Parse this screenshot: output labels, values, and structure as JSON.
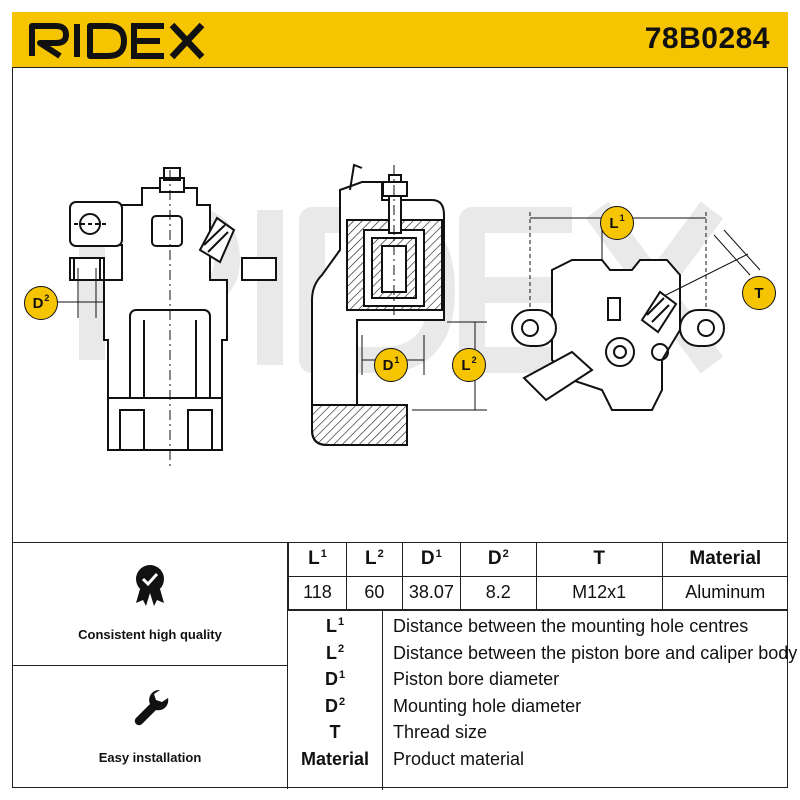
{
  "header": {
    "brand": "RIDEX",
    "part_number": "78B0284"
  },
  "badges": {
    "d2": {
      "letter": "D",
      "sup": "2"
    },
    "d1": {
      "letter": "D",
      "sup": "1"
    },
    "l2": {
      "letter": "L",
      "sup": "2"
    },
    "l1": {
      "letter": "L",
      "sup": "1"
    },
    "t": {
      "letter": "T",
      "sup": ""
    }
  },
  "features": [
    {
      "label": "Consistent high quality",
      "icon": "quality-badge-icon"
    },
    {
      "label": "Easy installation",
      "icon": "wrench-icon"
    }
  ],
  "specs": {
    "headers": [
      {
        "letter": "L",
        "sup": "1"
      },
      {
        "letter": "L",
        "sup": "2"
      },
      {
        "letter": "D",
        "sup": "1"
      },
      {
        "letter": "D",
        "sup": "2"
      },
      {
        "letter": "T",
        "sup": ""
      },
      {
        "letter": "Material",
        "sup": ""
      }
    ],
    "values": [
      "118",
      "60",
      "38.07",
      "8.2",
      "M12x1",
      "Aluminum"
    ]
  },
  "legend": [
    {
      "key": "L",
      "sup": "1",
      "desc": "Distance between the mounting hole centres"
    },
    {
      "key": "L",
      "sup": "2",
      "desc": "Distance between the piston bore and caliper body"
    },
    {
      "key": "D",
      "sup": "1",
      "desc": "Piston bore diameter"
    },
    {
      "key": "D",
      "sup": "2",
      "desc": "Mounting hole diameter"
    },
    {
      "key": "T",
      "sup": "",
      "desc": "Thread size"
    },
    {
      "key": "Material",
      "sup": "",
      "desc": "Product material"
    }
  ],
  "colors": {
    "accent": "#f6c400",
    "ink": "#111111",
    "watermark": "#e6e6e6"
  }
}
